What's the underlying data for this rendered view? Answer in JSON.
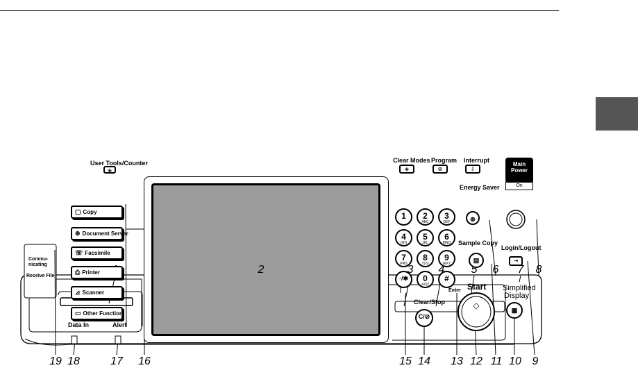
{
  "callouts": [
    "1",
    "2",
    "3",
    "4",
    "5",
    "6",
    "7",
    "8",
    "9",
    "10",
    "11",
    "12",
    "13",
    "14",
    "15",
    "16",
    "17",
    "18",
    "19"
  ],
  "labels": {
    "user_tools": "User Tools/Counter",
    "clear_modes": "Clear Modes",
    "program": "Program",
    "interrupt": "Interrupt",
    "energy_saver": "Energy Saver",
    "sample_copy": "Sample Copy",
    "login_logout": "Login/Logout",
    "simplified_display_1": "Simplified",
    "simplified_display_2": "Display",
    "start": "Start",
    "clear_stop": "Clear/Stop",
    "clear_stop_key": "C/⊘",
    "main_power_1": "Main",
    "main_power_2": "Power",
    "on": "On",
    "data_in": "Data In",
    "alert": "Alert",
    "communicating_1": "Commu-",
    "communicating_2": "nicating",
    "receive_file": "Receive File",
    "enter": "Enter"
  },
  "function_keys": [
    {
      "label": "Copy",
      "icon": "copy-icon"
    },
    {
      "label": "Document Server",
      "icon": "document-server-icon"
    },
    {
      "label": "Facsimile",
      "icon": "facsimile-icon"
    },
    {
      "label": "Printer",
      "icon": "printer-icon"
    },
    {
      "label": "Scanner",
      "icon": "scanner-icon"
    },
    {
      "label": "Other Function",
      "icon": "other-function-icon"
    }
  ],
  "keypad": [
    {
      "digit": "1",
      "sub": ""
    },
    {
      "digit": "2",
      "sub": "ABC"
    },
    {
      "digit": "3",
      "sub": "DEF"
    },
    {
      "digit": "4",
      "sub": "GHI"
    },
    {
      "digit": "5",
      "sub": "JKL"
    },
    {
      "digit": "6",
      "sub": "MNO"
    },
    {
      "digit": "7",
      "sub": "PRS"
    },
    {
      "digit": "8",
      "sub": "TUV"
    },
    {
      "digit": "9",
      "sub": "WXY"
    },
    {
      "digit": "·/✱",
      "sub": ""
    },
    {
      "digit": "0",
      "sub": "+/QZ"
    },
    {
      "digit": "#",
      "sub": ""
    }
  ],
  "colors": {
    "screen": "#9c9c9c",
    "side_tab": "#555555",
    "main_power_fill": "#000000"
  }
}
